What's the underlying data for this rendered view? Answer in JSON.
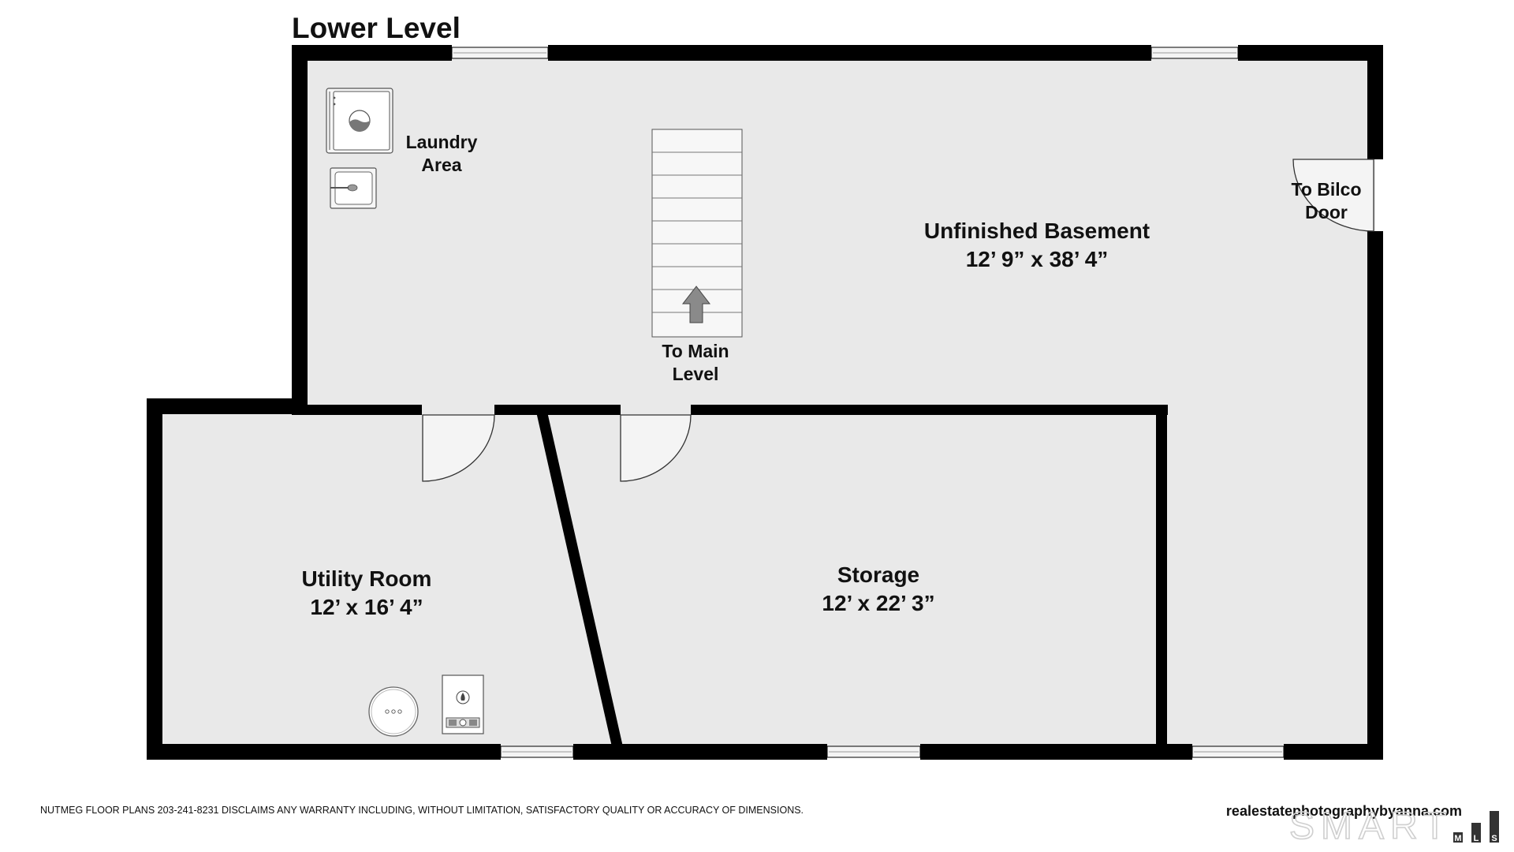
{
  "plan": {
    "title": "Lower Level",
    "rooms": [
      {
        "name": "Unfinished Basement",
        "dims": "12’ 9” x 38’ 4”"
      },
      {
        "name": "Utility Room",
        "dims": "12’ x 16’ 4”"
      },
      {
        "name": "Storage",
        "dims": "12’ x 22’ 3”"
      }
    ],
    "areas": {
      "laundry_line1": "Laundry",
      "laundry_line2": "Area",
      "stairs_line1": "To Main",
      "stairs_line2": "Level",
      "bilco_line1": "To Bilco",
      "bilco_line2": "Door"
    },
    "fixtures": [
      "washer-icon",
      "laundry-sink-icon",
      "stairs-icon",
      "water-heater-icon",
      "furnace-icon"
    ]
  },
  "footer": {
    "disclaimer": "NUTMEG FLOOR PLANS 203-241-8231 DISCLAIMS ANY WARRANTY INCLUDING, WITHOUT LIMITATION, SATISFACTORY QUALITY OR ACCURACY OF DIMENSIONS.",
    "website": "realestatephotographybyanna.com",
    "logo_text": "SMART",
    "logo_letters": [
      "M",
      "L",
      "S"
    ]
  },
  "colors": {
    "wall": "#000000",
    "floor": "#e9e9e9",
    "background": "#ffffff"
  }
}
